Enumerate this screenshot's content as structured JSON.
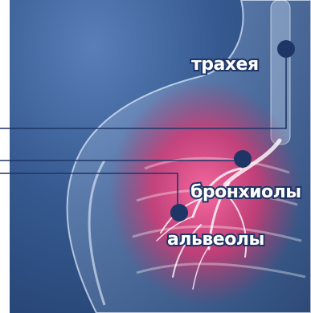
{
  "labels": {
    "trachea": "трахея",
    "bronchioles": "бронхиолы",
    "alveoli": "альвеолы"
  },
  "colors": {
    "marker": "#1f3566",
    "leader_line": "#1f3566",
    "label_outline": "#1f3566",
    "lung_highlight": "#e8336f",
    "background": "#2f5490"
  }
}
